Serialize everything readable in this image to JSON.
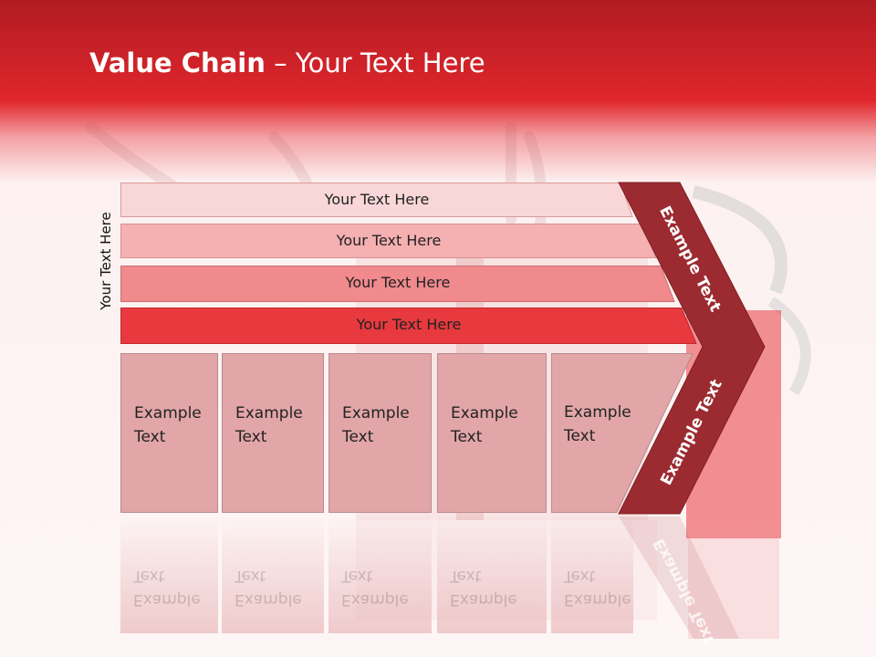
{
  "title": {
    "bold": "Value Chain",
    "rest": " – Your Text Here"
  },
  "side_label": "Your Text Here",
  "bands": [
    {
      "label": "Your Text Here",
      "color": "#f9d7d8"
    },
    {
      "label": "Your Text Here",
      "color": "#f5b0b2"
    },
    {
      "label": "Your Text Here",
      "color": "#f08a8d"
    },
    {
      "label": "Your Text Here",
      "color": "#e8393e"
    }
  ],
  "cells": [
    {
      "line1": "Example",
      "line2": "Text"
    },
    {
      "line1": "Example",
      "line2": "Text"
    },
    {
      "line1": "Example",
      "line2": "Text"
    },
    {
      "line1": "Example",
      "line2": "Text"
    },
    {
      "line1": "Example",
      "line2": "Text"
    }
  ],
  "chevron": {
    "upper_label": "Example Text",
    "lower_label": "Example Text",
    "color": "#9b2b30"
  },
  "colors": {
    "header_top": "#b01c22",
    "header_bottom": "#e0262c",
    "cell_fill": "#e2a6a8"
  }
}
